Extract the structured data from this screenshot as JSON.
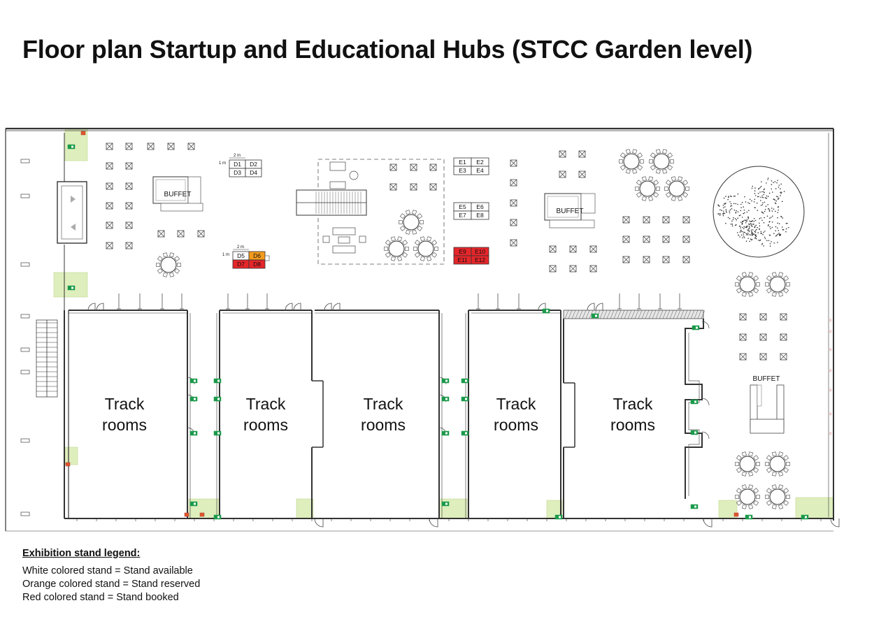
{
  "title": "Floor plan Startup and Educational Hubs (STCC Garden level)",
  "colors": {
    "available": "#ffffff",
    "reserved": "#f39a1e",
    "booked": "#e5262a",
    "exit_zone": "#dfeebd",
    "exit_sign": "#1a9a4a",
    "wall": "#333333"
  },
  "buffet_labels": [
    "BUFFET",
    "BUFFET",
    "BUFFET"
  ],
  "stand_dimension": [
    "2 m",
    "1 m"
  ],
  "stands": [
    {
      "id": "D1",
      "status": "available"
    },
    {
      "id": "D2",
      "status": "available"
    },
    {
      "id": "D3",
      "status": "available"
    },
    {
      "id": "D4",
      "status": "available"
    },
    {
      "id": "D5",
      "status": "available"
    },
    {
      "id": "D6",
      "status": "reserved"
    },
    {
      "id": "D7",
      "status": "booked"
    },
    {
      "id": "D8",
      "status": "booked"
    },
    {
      "id": "E1",
      "status": "available"
    },
    {
      "id": "E2",
      "status": "available"
    },
    {
      "id": "E3",
      "status": "available"
    },
    {
      "id": "E4",
      "status": "available"
    },
    {
      "id": "E5",
      "status": "available"
    },
    {
      "id": "E6",
      "status": "available"
    },
    {
      "id": "E7",
      "status": "available"
    },
    {
      "id": "E8",
      "status": "available"
    },
    {
      "id": "E9",
      "status": "booked"
    },
    {
      "id": "E10",
      "status": "booked"
    },
    {
      "id": "E11",
      "status": "booked"
    },
    {
      "id": "E12",
      "status": "booked"
    }
  ],
  "track_rooms": [
    {
      "line1": "Track",
      "line2": "rooms"
    },
    {
      "line1": "Track",
      "line2": "rooms"
    },
    {
      "line1": "Track",
      "line2": "rooms"
    },
    {
      "line1": "Track",
      "line2": "rooms"
    },
    {
      "line1": "Track",
      "line2": "rooms"
    }
  ],
  "legend": {
    "title": "Exhibition stand legend:",
    "lines": [
      "White colored stand = Stand available",
      "Orange colored stand = Stand reserved",
      "Red colored stand = Stand booked"
    ]
  }
}
